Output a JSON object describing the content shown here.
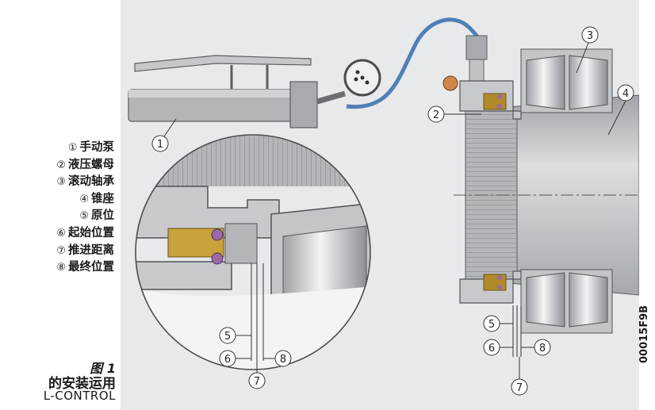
{
  "legend": {
    "items": [
      {
        "num": "①",
        "label": "手动泵"
      },
      {
        "num": "②",
        "label": "液压螺母"
      },
      {
        "num": "③",
        "label": "滚动轴承"
      },
      {
        "num": "④",
        "label": "锥座"
      },
      {
        "num": "⑤",
        "label": "原位"
      },
      {
        "num": "⑥",
        "label": "起始位置"
      },
      {
        "num": "⑦",
        "label": "推进距离"
      },
      {
        "num": "⑧",
        "label": "最终位置"
      }
    ]
  },
  "figure": {
    "caption": "图 1",
    "title": "的安装运用",
    "subtitle": "L-CONTROL",
    "ref_code": "00015F9B"
  },
  "callouts": {
    "c1": "1",
    "c2": "2",
    "c3": "3",
    "c4": "4",
    "c5": "5",
    "c6": "6",
    "c7": "7",
    "c8": "8",
    "d5": "5",
    "d6": "6",
    "d7": "7",
    "d8": "8"
  },
  "colors": {
    "background": "#e8e9ea",
    "steel": "#b9bcbf",
    "steel_dark": "#7d8185",
    "hose": "#4f7fb8",
    "brass": "#c8a23a",
    "seal": "#9a6aa8"
  }
}
